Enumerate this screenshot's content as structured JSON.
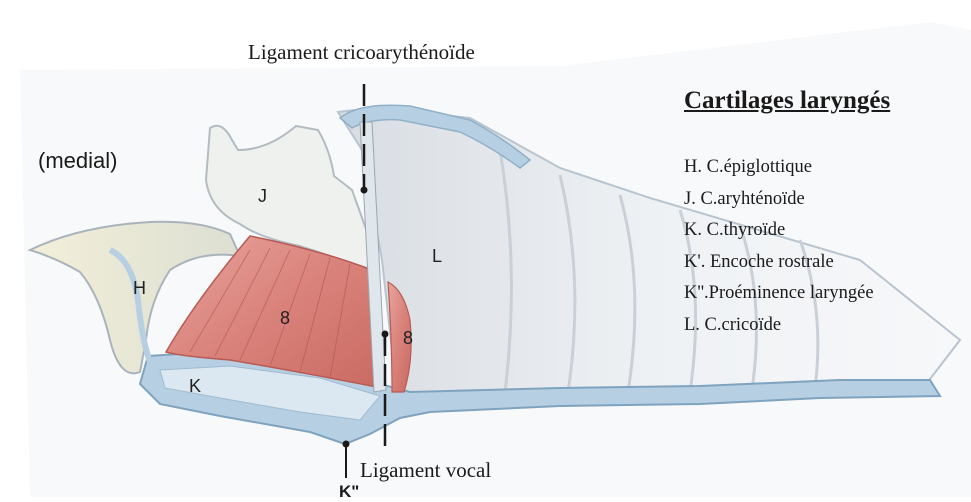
{
  "labels": {
    "top_ligament": "Ligament cricoarythénoïde",
    "bottom_ligament": "Ligament vocal",
    "orientation": "(medial)",
    "k_double_prime": "K\"",
    "H": "H",
    "J": "J",
    "L": "L",
    "K": "K",
    "muscle_8_left": "8",
    "muscle_8_right": "8"
  },
  "legend": {
    "title": "Cartilages laryngés",
    "items": [
      "H. C.épiglottique",
      "J. C.aryhténoïde",
      "K. C.thyroïde",
      "K'. Encoche rostrale",
      "K''.Proéminence laryngée",
      "L. C.cricoïde"
    ]
  },
  "colors": {
    "cartilage": "#e9eef3",
    "cartilage_blue": "#b7cfe2",
    "muscle": "#d9827b",
    "outline": "#1a1a1a"
  }
}
